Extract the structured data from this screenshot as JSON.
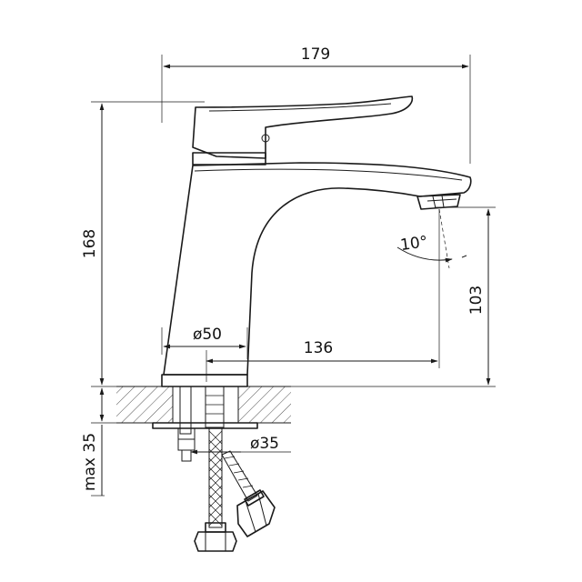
{
  "dimensions": {
    "overall_width": "179",
    "overall_height": "168",
    "spout_height": "103",
    "base_diameter": "ø50",
    "spout_reach": "136",
    "spout_angle": "10°",
    "hole_diameter": "ø35",
    "max_deck_thickness": "max 35"
  }
}
